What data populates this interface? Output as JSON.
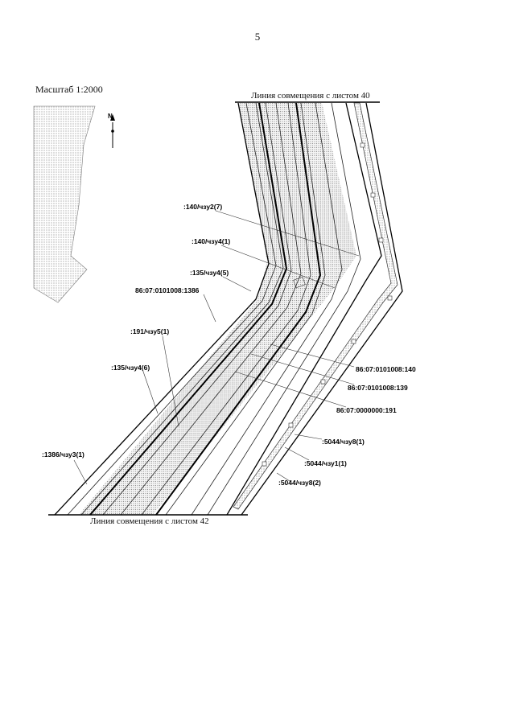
{
  "page_number": "5",
  "scale": "Масштаб 1:2000",
  "seam_top": "Линия совмещения с листом 40",
  "seam_bottom": "Линия совмещения с листом 42",
  "north_arrow": {
    "letter": "N",
    "icon": "north-arrow-icon"
  },
  "parcel_labels": [
    ":140/чзу2(7)",
    ":140/чзу4(1)",
    ":135/чзу4(5)",
    "86:07:0101008:1386",
    ":191/чзу5(1)",
    ":135/чзу4(6)",
    ":1386/чзу3(1)",
    "86:07:0101008:140",
    "86:07:0101008:139",
    "86:07:0000000:191",
    ":5044/чзу8(1)",
    ":5044/чзу1(1)",
    ":5044/чзу8(2)"
  ]
}
